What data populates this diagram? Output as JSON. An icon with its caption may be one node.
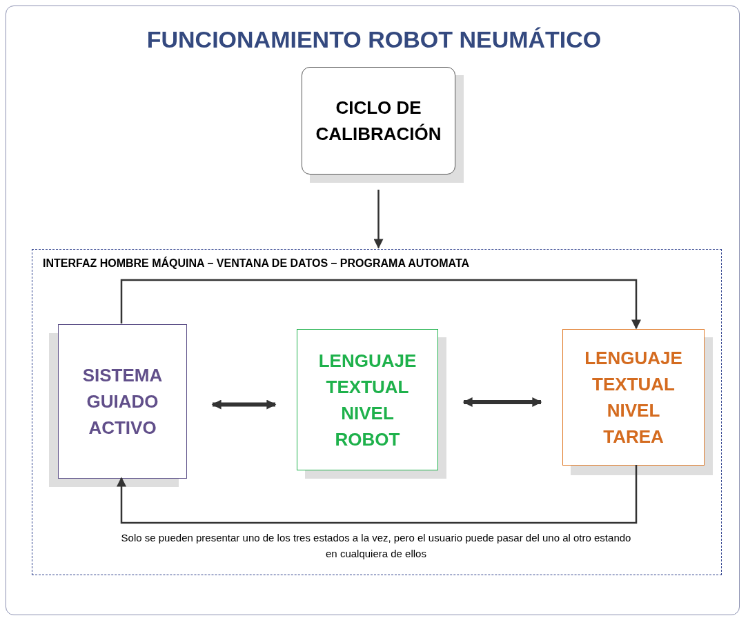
{
  "diagram": {
    "title": "FUNCIONAMIENTO ROBOT NEUMÁTICO",
    "nodes": [
      {
        "text": [
          "CICLO DE CALIBRACIÓN"
        ]
      },
      {
        "text": [
          "INTERFAZ HOMBRE MÁQUINA – VENTANA DE DATOS – PROGRAMA AUTOMATA"
        ]
      },
      {
        "text": [
          "SISTEMA GUIADO ACTIVO"
        ],
        "in": 1
      },
      {
        "text": [
          "LENGUAJE TEXTUAL NIVEL ROBOT"
        ],
        "in": 1
      },
      {
        "text": [
          "LENGUAJE TEXTUAL NIVEL TAREA"
        ],
        "in": 1
      }
    ],
    "edges": [
      {
        "from": 0,
        "to": 1,
        "arrow": "to"
      },
      {
        "from": 2,
        "to": 3,
        "arrow": "both",
        "style": "thick"
      },
      {
        "from": 3,
        "to": 4,
        "arrow": "both",
        "style": "thick"
      },
      {
        "from": 2,
        "to": 4,
        "arrow": "to"
      },
      {
        "from": 4,
        "to": 2,
        "arrow": "to"
      }
    ],
    "labels": [
      "Solo se pueden presentar uno de los tres estados a la vez, pero el usuario puede pasar del uno al otro estando en cualquiera de ellos"
    ]
  }
}
